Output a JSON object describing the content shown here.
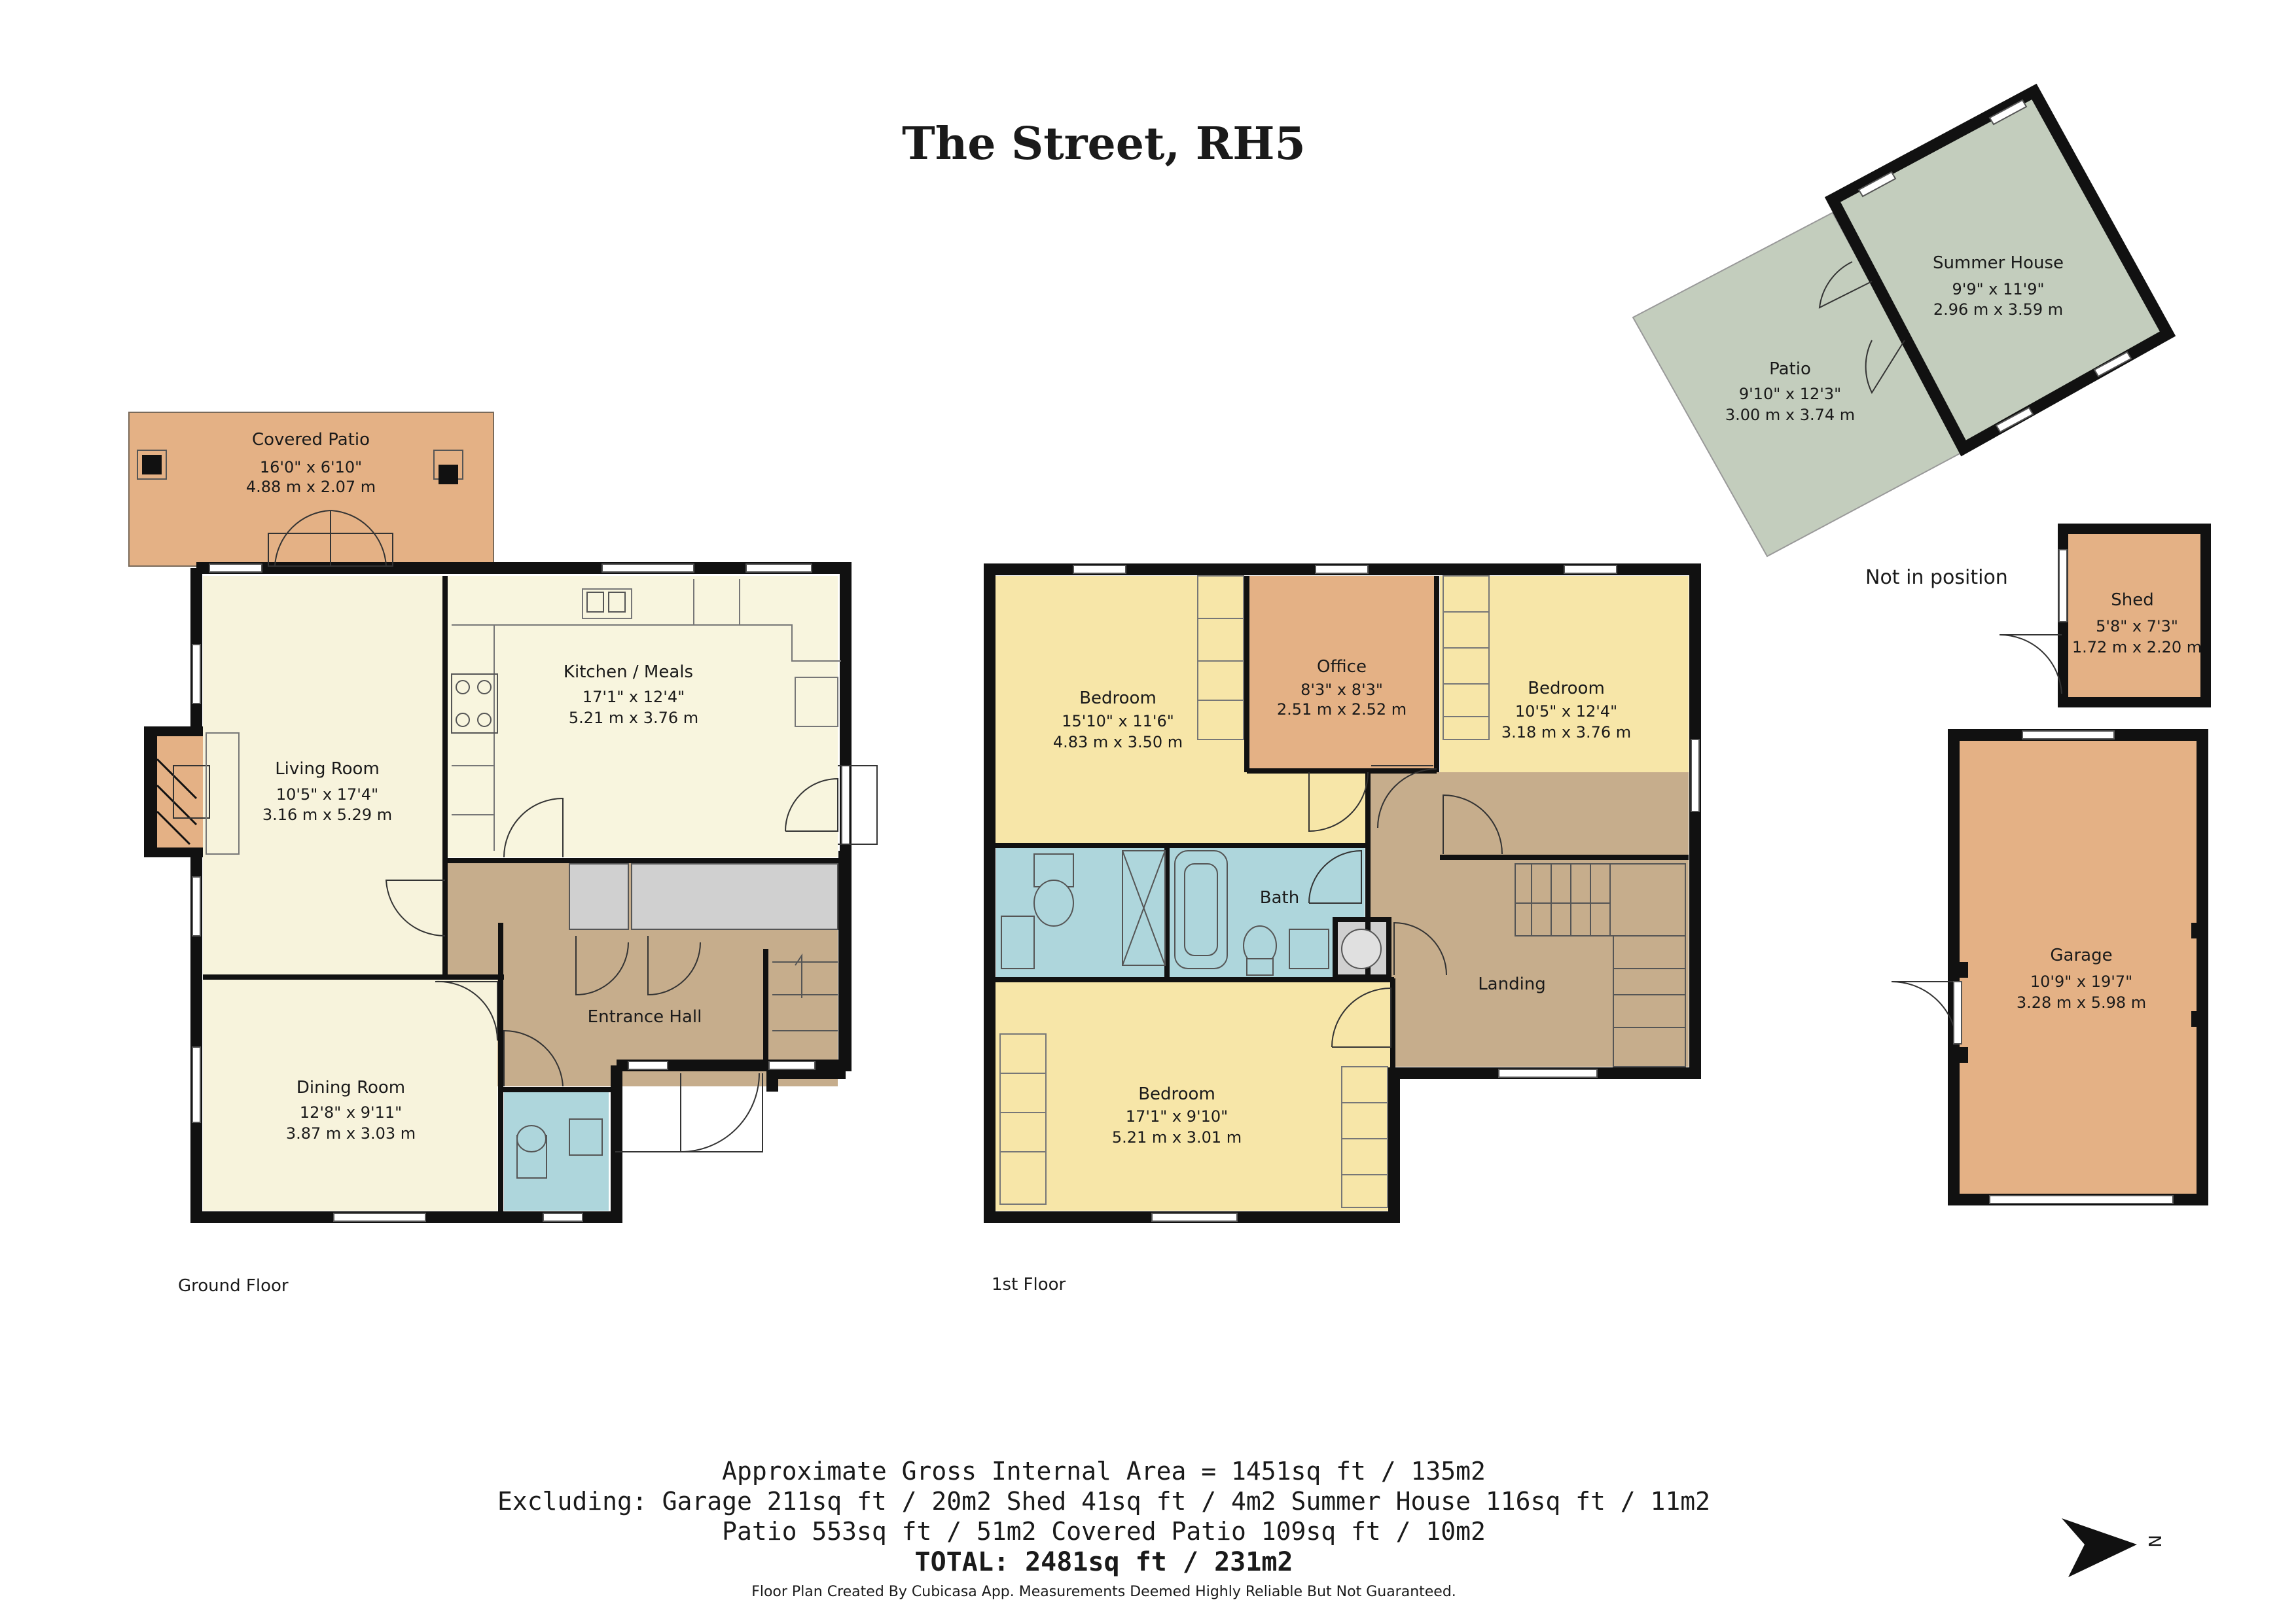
{
  "title": "The Street, RH5",
  "floors": {
    "ground": "Ground Floor",
    "first": "1st Floor"
  },
  "not_in_position": "Not in position",
  "rooms": {
    "covered_patio": {
      "name": "Covered Patio",
      "imperial": "16'0\" x 6'10\"",
      "metric": "4.88 m x 2.07 m"
    },
    "living_room": {
      "name": "Living Room",
      "imperial": "10'5\" x 17'4\"",
      "metric": "3.16 m x 5.29 m"
    },
    "kitchen": {
      "name": "Kitchen / Meals",
      "imperial": "17'1\" x 12'4\"",
      "metric": "5.21 m x 3.76 m"
    },
    "entrance_hall": {
      "name": "Entrance Hall"
    },
    "dining_room": {
      "name": "Dining Room",
      "imperial": "12'8\" x 9'11\"",
      "metric": "3.87 m x 3.03 m"
    },
    "bedroom_1": {
      "name": "Bedroom",
      "imperial": "15'10\" x 11'6\"",
      "metric": "4.83 m x 3.50 m"
    },
    "office": {
      "name": "Office",
      "imperial": "8'3\" x 8'3\"",
      "metric": "2.51 m x 2.52 m"
    },
    "bedroom_2": {
      "name": "Bedroom",
      "imperial": "10'5\" x 12'4\"",
      "metric": "3.18 m x 3.76 m"
    },
    "bath": {
      "name": "Bath"
    },
    "landing": {
      "name": "Landing"
    },
    "bedroom_3": {
      "name": "Bedroom",
      "imperial": "17'1\" x 9'10\"",
      "metric": "5.21 m x 3.01 m"
    },
    "patio": {
      "name": "Patio",
      "imperial": "9'10\" x 12'3\"",
      "metric": "3.00 m x 3.74 m"
    },
    "summer_house": {
      "name": "Summer House",
      "imperial": "9'9\" x 11'9\"",
      "metric": "2.96 m x 3.59 m"
    },
    "shed": {
      "name": "Shed",
      "imperial": "5'8\" x 7'3\"",
      "metric": "1.72 m x 2.20 m"
    },
    "garage": {
      "name": "Garage",
      "imperial": "10'9\" x 19'7\"",
      "metric": "3.28 m x 5.98 m"
    }
  },
  "summary": {
    "line1": "Approximate Gross Internal Area = 1451sq ft / 135m2",
    "line2": "Excluding: Garage 211sq ft / 20m2  Shed 41sq ft / 4m2  Summer House 116sq ft / 11m2",
    "line3": "Patio 553sq ft / 51m2  Covered Patio 109sq ft / 10m2",
    "total": "TOTAL: 2481sq ft / 231m2"
  },
  "disclaimer": "Floor Plan Created By Cubicasa App. Measurements Deemed Highly Reliable But Not Guaranteed.",
  "compass": {
    "label": "N",
    "icon": "north-arrow-icon"
  },
  "colors": {
    "cream": "#f7f3dc",
    "kitchen_cream": "#f8f5de",
    "yellow": "#f7e6a8",
    "tan": "#c6ad8c",
    "orange": "#e4b185",
    "blue": "#aed6dc",
    "sage": "#c3cdbd",
    "grey": "#d0d0d0",
    "wall": "#111111"
  }
}
